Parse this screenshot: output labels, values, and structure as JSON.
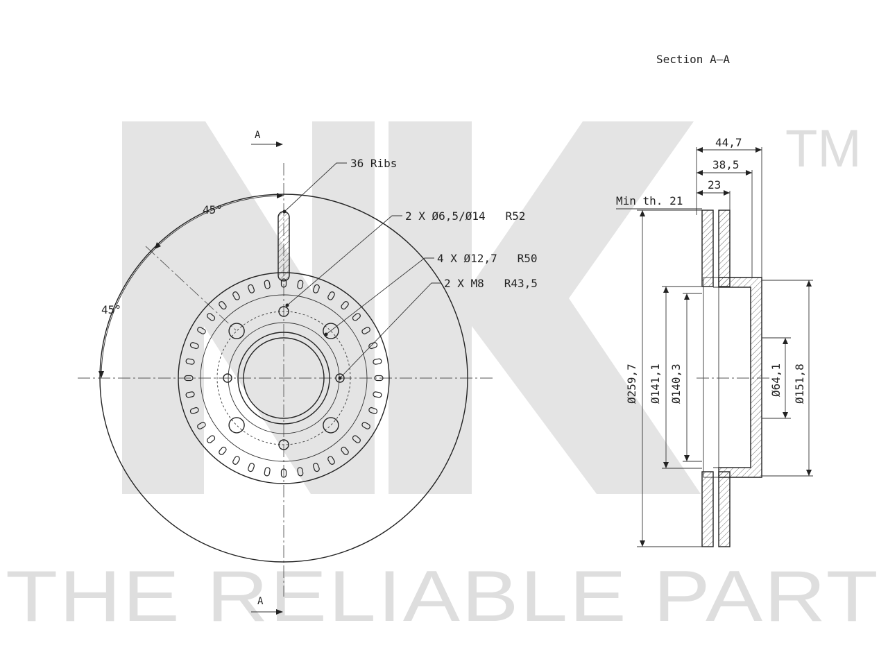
{
  "watermark": {
    "logo": "NK",
    "trademark": "TM",
    "tagline": "THE RELIABLE PART"
  },
  "front_view": {
    "section_marker_top": "A",
    "section_marker_bottom": "A",
    "angle_upper": "45°",
    "angle_lower": "45°",
    "callouts": {
      "ribs": "36 Ribs",
      "holes_small": "2 X Ø6,5/Ø14   R52",
      "holes_bolt": "4 X Ø12,7   R50",
      "holes_thread": "2 X M8   R43,5"
    }
  },
  "section_view": {
    "title": "Section A–A",
    "min_thickness": "Min th. 21",
    "widths": {
      "overall": "44,7",
      "hat": "38,5",
      "disc": "23"
    },
    "diameters": {
      "outer": "Ø259,7",
      "hat_outer": "Ø141,1",
      "hat_inner": "Ø140,3",
      "center_bore": "Ø64,1",
      "hub": "Ø151,8"
    }
  }
}
